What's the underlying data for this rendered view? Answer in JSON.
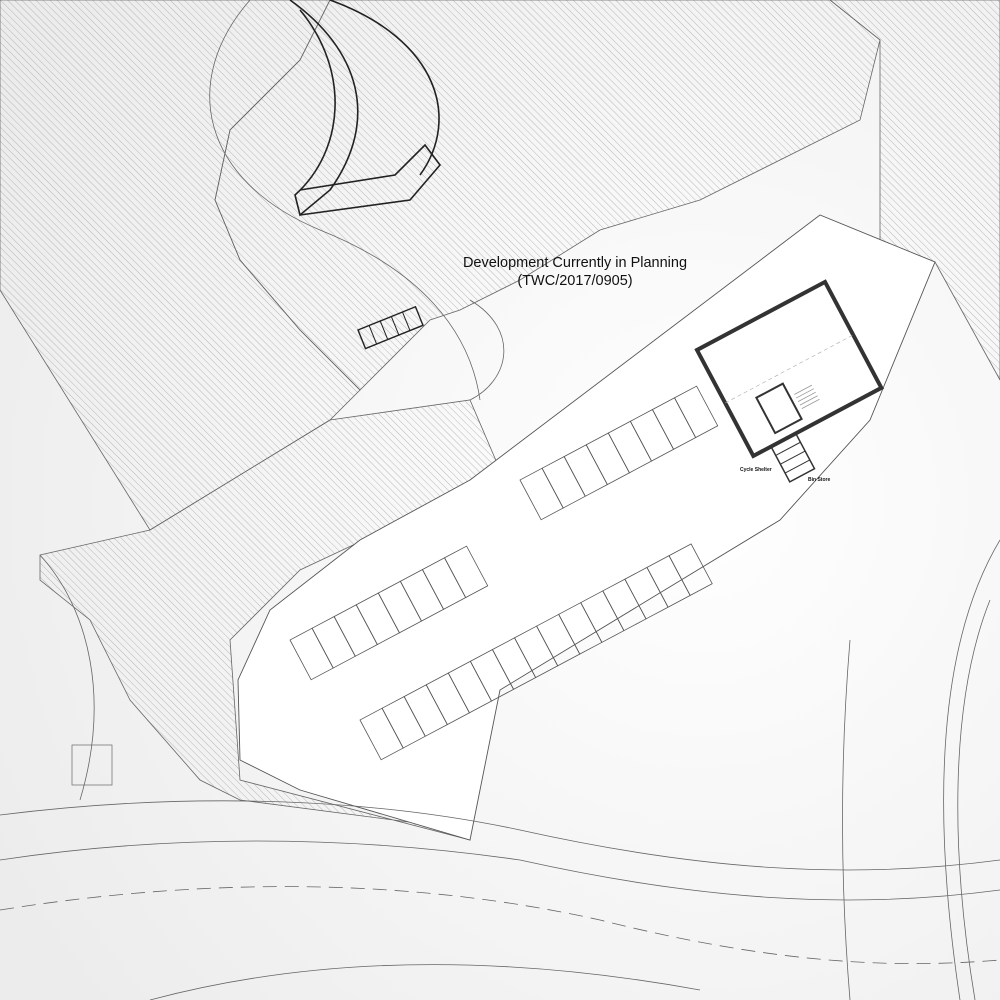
{
  "annotation": {
    "title": "Development Currently in Planning",
    "reference": "(TWC/2017/0905)"
  },
  "building_labels": {
    "cycle_shelter": "Cycle Shelter",
    "bin_store": "Bin Store"
  },
  "colors": {
    "background": "#f2f2f2",
    "site": "#ffffff",
    "linework": "#555555",
    "hatch": "#9a9a9a",
    "walls": "#333333"
  }
}
